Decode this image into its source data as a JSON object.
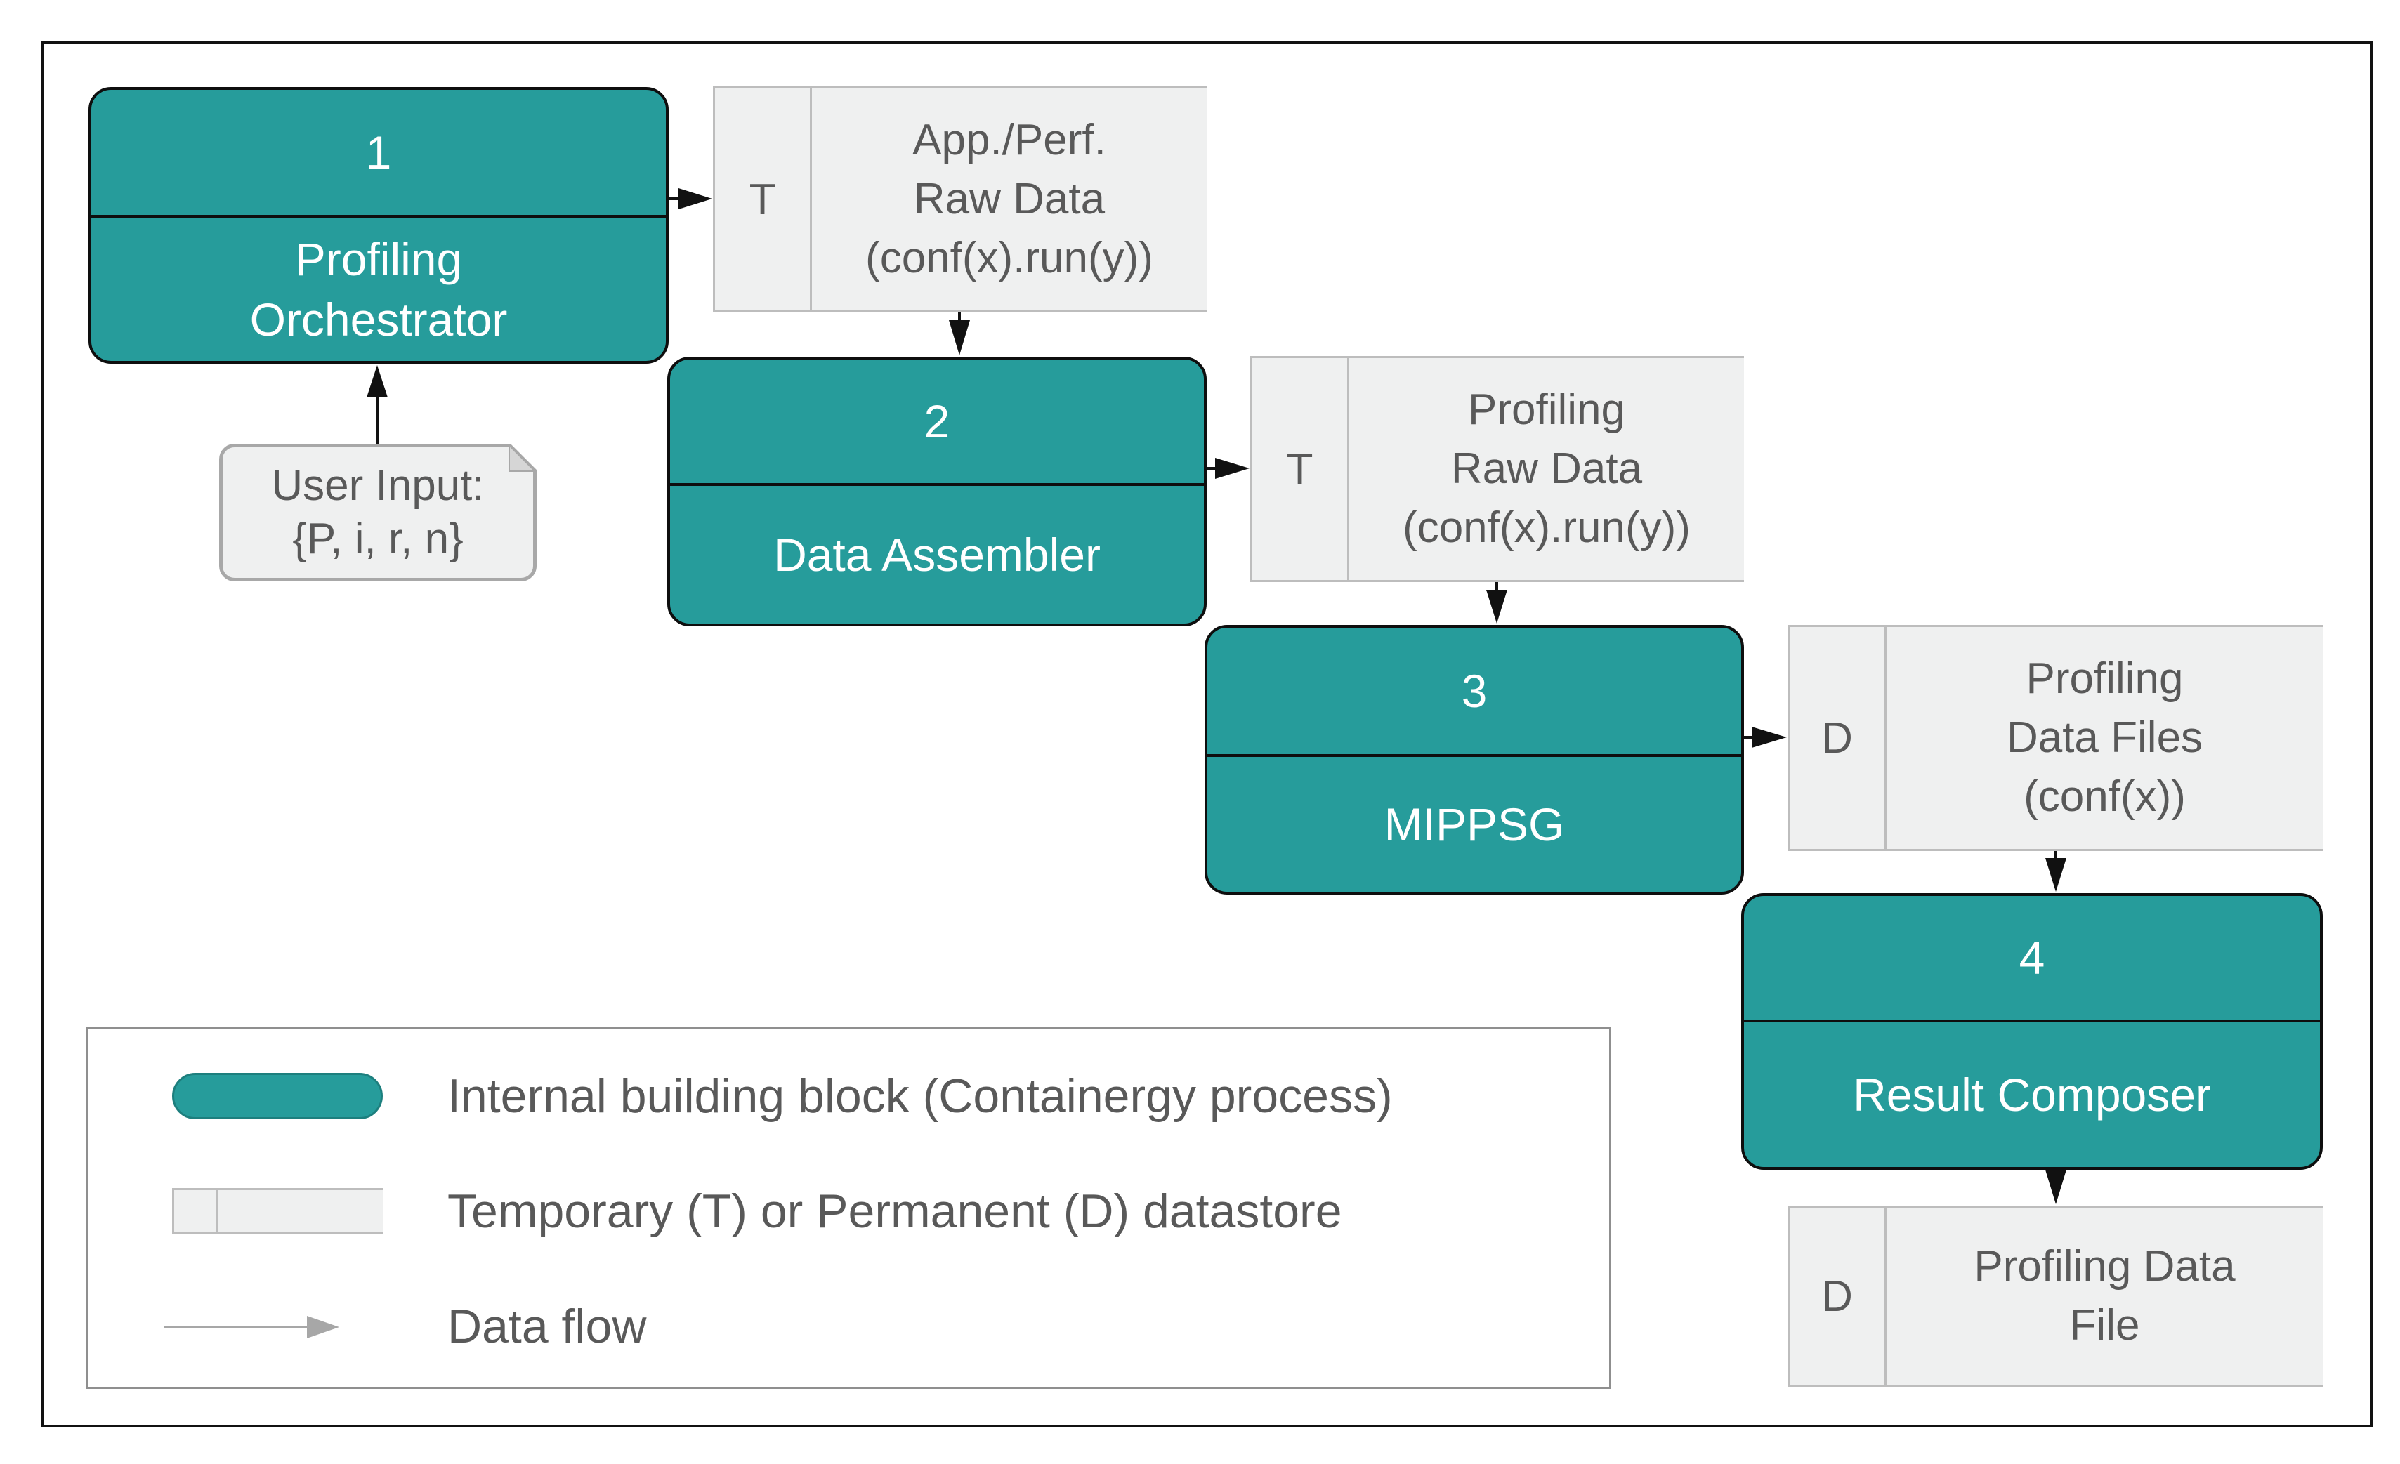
{
  "colors": {
    "process_fill": "#269c9b",
    "process_text": "#ffffff",
    "store_fill": "#eff0f0",
    "store_text": "#595959",
    "input_fill": "#eff0f0",
    "legend_text": "#595959",
    "arrow": "#111111",
    "legend_arrow": "#a7a7a7"
  },
  "processes": [
    {
      "number": "1",
      "name_lines": [
        "Profiling",
        "Orchestrator"
      ]
    },
    {
      "number": "2",
      "name_lines": [
        "Data Assembler"
      ]
    },
    {
      "number": "3",
      "name_lines": [
        "MIPPSG"
      ]
    },
    {
      "number": "4",
      "name_lines": [
        "Result Composer"
      ]
    }
  ],
  "datastores": [
    {
      "tag": "T",
      "label_lines": [
        "App./Perf.",
        "Raw Data",
        "(conf(x).run(y))"
      ]
    },
    {
      "tag": "T",
      "label_lines": [
        "Profiling",
        "Raw Data",
        "(conf(x).run(y))"
      ]
    },
    {
      "tag": "D",
      "label_lines": [
        "Profiling",
        "Data Files",
        "(conf(x))"
      ]
    },
    {
      "tag": "D",
      "label_lines": [
        "Profiling Data",
        "File"
      ]
    }
  ],
  "user_input": {
    "lines": [
      "User Input:",
      "{P, i, r, n}"
    ]
  },
  "legend": {
    "process": "Internal building block (Containergy process)",
    "datastore": "Temporary (T) or Permanent (D) datastore",
    "flow": "Data flow"
  },
  "flow_edges": [
    {
      "from": "process-1",
      "to": "datastore-1"
    },
    {
      "from": "datastore-1",
      "to": "process-2"
    },
    {
      "from": "process-2",
      "to": "datastore-2"
    },
    {
      "from": "datastore-2",
      "to": "process-3"
    },
    {
      "from": "process-3",
      "to": "datastore-3"
    },
    {
      "from": "datastore-3",
      "to": "process-4"
    },
    {
      "from": "process-4",
      "to": "datastore-4"
    },
    {
      "from": "user-input",
      "to": "process-1"
    }
  ]
}
